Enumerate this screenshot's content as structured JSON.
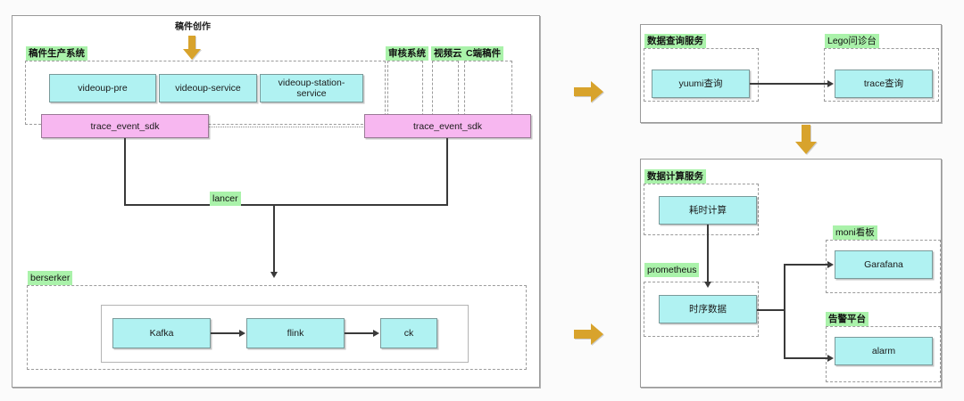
{
  "left_panel": {
    "flow_label": "稿件创作",
    "groups": [
      {
        "tag": "稿件生产系统"
      },
      {
        "tag": "审核系统"
      },
      {
        "tag": "视频云"
      },
      {
        "tag": "C端稿件"
      },
      {
        "tag": "berserker"
      }
    ],
    "services": [
      {
        "label": "videoup-pre"
      },
      {
        "label": "videoup-service"
      },
      {
        "label": "videoup-station-service"
      }
    ],
    "sdk_left": "trace_event_sdk",
    "sdk_right": "trace_event_sdk",
    "pipeline_label": "lancer",
    "pipeline": [
      {
        "label": "Kafka"
      },
      {
        "label": "flink"
      },
      {
        "label": "ck"
      }
    ]
  },
  "query_panel": {
    "groups": [
      {
        "tag": "数据查询服务",
        "node": "yuumi查询"
      },
      {
        "tag": "Lego问诊台",
        "node": "trace查询"
      }
    ]
  },
  "compute_panel": {
    "groups": [
      {
        "tag": "数据计算服务",
        "node": "耗时计算"
      },
      {
        "tag": "prometheus",
        "node": "时序数据"
      },
      {
        "tag": "moni看板",
        "node": "Garafana"
      },
      {
        "tag": "告警平台",
        "node": "alarm"
      }
    ]
  },
  "colors": {
    "node_cyan": "#b0f2f2",
    "node_pink": "#f7b7f0",
    "tag_green": "#aaf2aa",
    "flow_arrow": "#d8a32c",
    "line": "#3a3a3a"
  }
}
